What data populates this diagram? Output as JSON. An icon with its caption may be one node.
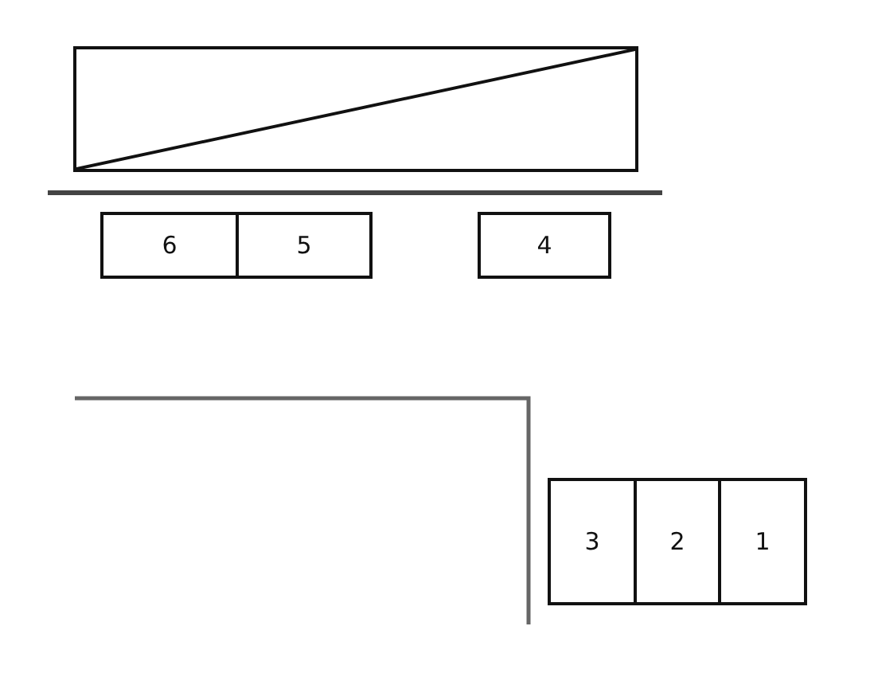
{
  "diagram": {
    "nodes": [
      {
        "text": [],
        "shape": "box"
      },
      {
        "text": [
          "6"
        ]
      },
      {
        "text": [
          "5"
        ]
      },
      {
        "text": [
          "4"
        ]
      },
      {
        "text": [
          "3"
        ]
      },
      {
        "text": [
          "2"
        ]
      },
      {
        "text": [
          "1"
        ]
      }
    ]
  }
}
